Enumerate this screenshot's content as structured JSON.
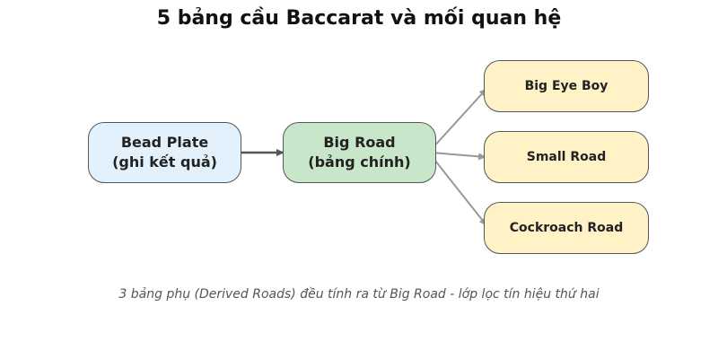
{
  "title": "5 bảng cầu Baccarat và mối quan hệ",
  "colors": {
    "bead_plate_fill": "#e3f1fc",
    "big_road_fill": "#c8e6c9",
    "derived_fill": "#fff2c6",
    "border": "#555555",
    "main_arrow": "#555555",
    "derived_arrow": "#999999"
  },
  "nodes": {
    "bead_plate": {
      "line1": "Bead Plate",
      "line2": "(ghi kết quả)"
    },
    "big_road": {
      "line1": "Big Road",
      "line2": "(bảng chính)"
    },
    "big_eye_boy": {
      "label": "Big Eye Boy"
    },
    "small_road": {
      "label": "Small Road"
    },
    "cockroach_road": {
      "label": "Cockroach Road"
    }
  },
  "caption": "3 bảng phụ (Derived Roads) đều tính ra từ Big Road - lớp lọc tín hiệu thứ hai"
}
